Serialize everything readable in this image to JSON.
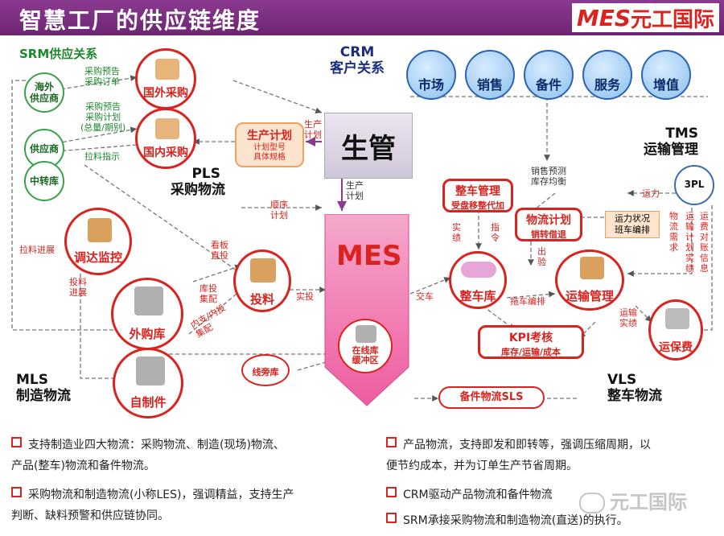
{
  "header": {
    "title": "智慧工厂的供应链维度",
    "logo_brand": "MES",
    "logo_company": "元工国际"
  },
  "sections": {
    "srm": "SRM供应关系",
    "crm": [
      "CRM",
      "客户关系"
    ],
    "pls": [
      "PLS",
      "采购物流"
    ],
    "tms": [
      "TMS",
      "运输管理"
    ],
    "mls": [
      "MLS",
      "制造物流"
    ],
    "vls": [
      "VLS",
      "整车物流"
    ]
  },
  "suppliers": {
    "overseas": "海外\n供应商",
    "supplier": "供应商",
    "transfer": "中转库"
  },
  "srm_labels": {
    "overseas_flow": "采购预告\n采购订单",
    "domestic_flow": "采购预告\n采购计划\n(总量/期别)",
    "pull": "拉料指示"
  },
  "circles": {
    "overseas_purchase": "国外采购",
    "domestic_purchase": "国内采购",
    "dispatch_monitor": "调达监控",
    "external_store": "外购库",
    "self_made": "自制件",
    "feeding": "投料",
    "vehicle_store": "整车库",
    "transport_mgmt": "运输管理",
    "freight_fee": "运保费",
    "line_store": "线旁库",
    "online_buffer": "在线库\n缓冲区"
  },
  "crm_items": [
    "市场",
    "销售",
    "备件",
    "服务",
    "增值"
  ],
  "core": {
    "production": "生管",
    "mes": "MES",
    "tpl": "3PL"
  },
  "boxes": {
    "prod_plan_title": "生产计划",
    "prod_plan_sub": "计划型号\n具体规格",
    "vehicle_mgmt_title": "整车管理",
    "vehicle_mgmt_sub": "受盘移整代加",
    "logistics_plan_title": "物流计划",
    "logistics_plan_sub": "销转借退",
    "kpi_title": "KPI考核",
    "kpi_sub": "库存/运输/成本",
    "spare_parts": "备件物流SLS",
    "transport_status": "运力状况\n班车编排"
  },
  "flow_labels": {
    "prod_plan_to_prod": "生产\n计划",
    "prod_to_mes": "生产\n计划",
    "sequence_plan": "顺序\n计划",
    "kanban": "看板\n直投",
    "warehouse_feed": "库投\n集配",
    "internal": "内支/内投\n集配",
    "actual_feed": "实投",
    "deliver_vehicle": "交车",
    "sales_forecast": "销售预测\n库存均衡",
    "capacity": "运力",
    "logistics_demand": "物流\n需求",
    "transport_plan": "运输计划\n实绩",
    "freight_info": "运费\n对账\n信息",
    "actual": "实\n绩",
    "instruct": "指\n令",
    "dispatch": "出\n验",
    "tow_plan": "拖车编排",
    "transport_actual": "运输\n实绩",
    "pull_progress": "拉料进展",
    "feeding_progress": "投料\n进展"
  },
  "bullets_left": [
    "支持制造业四大物流：采购物流、制造(现场)物流、\n产品(整车)物流和备件物流。",
    "采购物流和制造物流(小称LES)，强调精益，支持生产\n判断、缺料预警和供应链协同。"
  ],
  "bullets_right": [
    "产品物流，支持即发和即转等，强调压缩周期，以\n便节约成本，并为订单生产节省周期。",
    "CRM驱动产品物流和备件物流",
    "SRM承接采购物流和制造物流(直送)的执行。"
  ],
  "watermark": "元工国际",
  "colors": {
    "header": "#7a2d7e",
    "accent": "#d8231e",
    "green": "#3aa04a",
    "mes_pink": "#f06aa8",
    "blue": "#2a64b0"
  }
}
